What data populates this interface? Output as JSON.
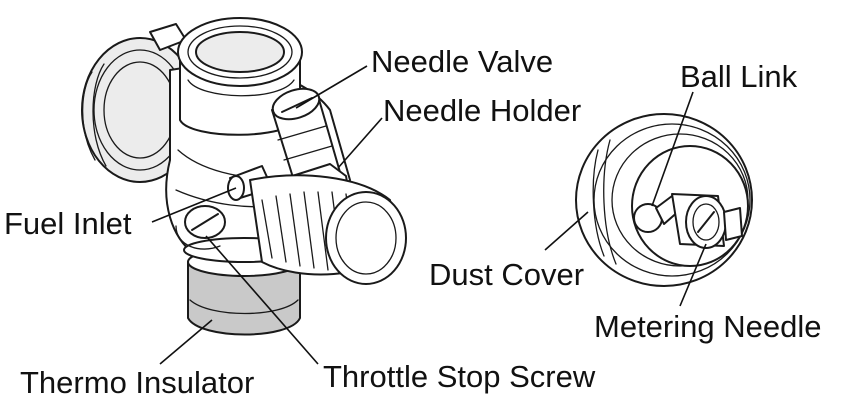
{
  "labels": {
    "needle_valve": "Needle Valve",
    "needle_holder": "Needle Holder",
    "ball_link": "Ball Link",
    "fuel_inlet": "Fuel Inlet",
    "dust_cover": "Dust Cover",
    "metering_needle": "Metering Needle",
    "thermo_insulator": "Thermo Insulator",
    "throttle_stop_screw": "Throttle Stop Screw"
  },
  "colors": {
    "line": "#1a1a1a",
    "shade": "#c9c9c9",
    "background": "#ffffff"
  }
}
